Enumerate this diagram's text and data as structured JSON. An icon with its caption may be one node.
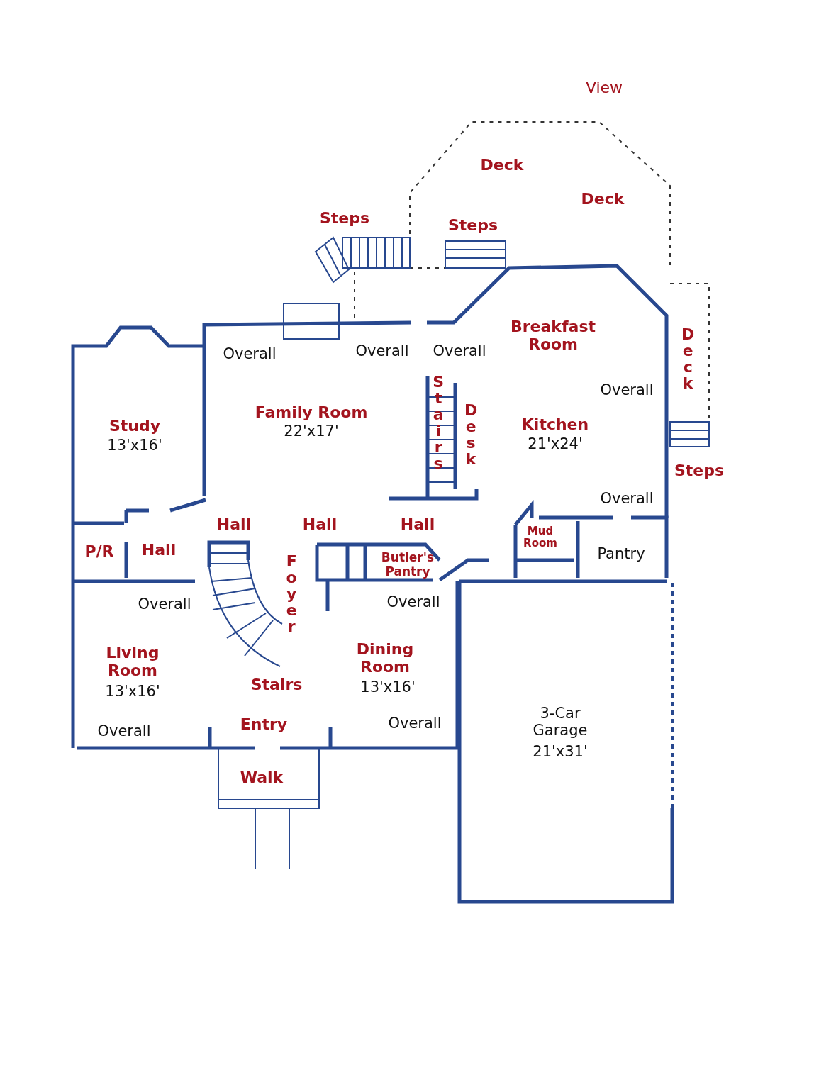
{
  "diagram": {
    "labels": [
      "View",
      "Deck",
      "Deck",
      "Steps",
      "Steps",
      "Breakfast Room",
      "Overall",
      "Overall",
      "Overall",
      "Deck",
      "Overall",
      "Family Room",
      "22'x17'",
      "Stairs",
      "Study",
      "13'x16'",
      "Desk",
      "Kitchen",
      "21'x24'",
      "Steps",
      "Overall",
      "Hall",
      "Hall",
      "Hall",
      "Mud Room",
      "P/R",
      "Hall",
      "Pantry",
      "Butler's Pantry",
      "Foyer",
      "Overall",
      "Overall",
      "Living Room",
      "Dining Room",
      "13'x16'",
      "Stairs",
      "13'x16'",
      "3-Car Garage",
      "21'x31'",
      "Overall",
      "Entry",
      "Overall",
      "Walk"
    ]
  }
}
